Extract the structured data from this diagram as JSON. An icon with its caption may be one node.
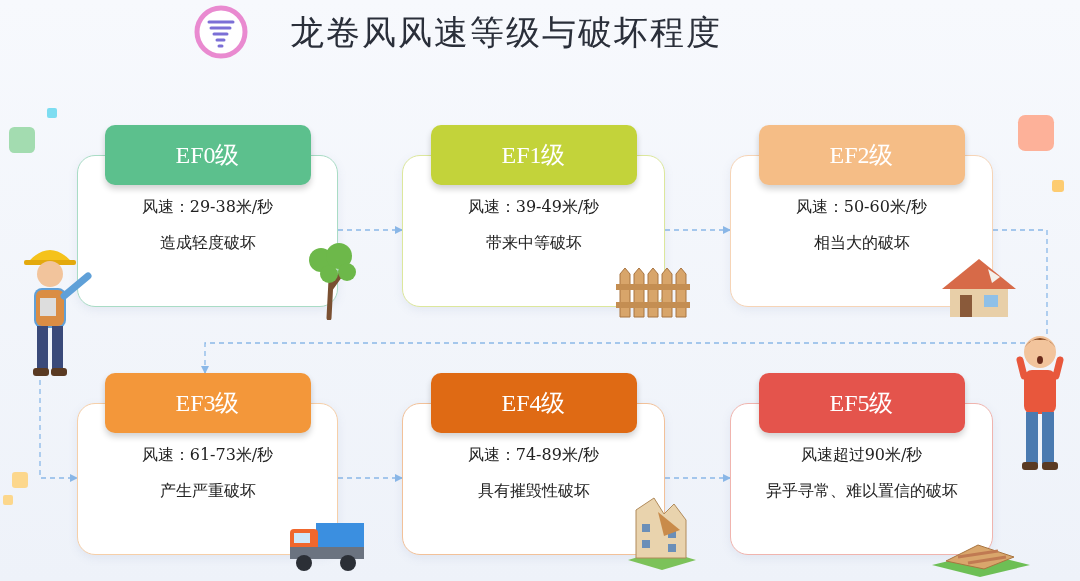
{
  "diagram": {
    "title": "龙卷风风速等级与破坏程度",
    "nodes": [
      {
        "text": [
          "EF0级",
          "风速：29-38米/秒",
          "造成轻度破坏"
        ]
      },
      {
        "text": [
          "EF1级",
          "风速：39-49米/秒",
          "带来中等破坏"
        ]
      },
      {
        "text": [
          "EF2级",
          "风速：50-60米/秒",
          "相当大的破坏"
        ]
      },
      {
        "text": [
          "EF3级",
          "风速：61-73米/秒",
          "产生严重破坏"
        ]
      },
      {
        "text": [
          "EF4级",
          "风速：74-89米/秒",
          "具有摧毁性破坏"
        ]
      },
      {
        "text": [
          "EF5级",
          "风速超过90米/秒",
          "异乎寻常、难以置信的破坏"
        ]
      },
      {
        "text": [],
        "shape": "person"
      }
    ],
    "edges": [
      {
        "from": 0,
        "to": 1,
        "arrow": "to",
        "style": "dashed"
      },
      {
        "from": 1,
        "to": 2,
        "arrow": "to",
        "style": "dashed"
      },
      {
        "from": 2,
        "to": 3,
        "arrow": "to",
        "style": "dashed"
      },
      {
        "from": 6,
        "to": 3,
        "arrow": "to",
        "style": "dashed"
      },
      {
        "from": 3,
        "to": 4,
        "arrow": "to",
        "style": "dashed"
      },
      {
        "from": 4,
        "to": 5,
        "arrow": "to",
        "style": "dashed"
      }
    ]
  }
}
